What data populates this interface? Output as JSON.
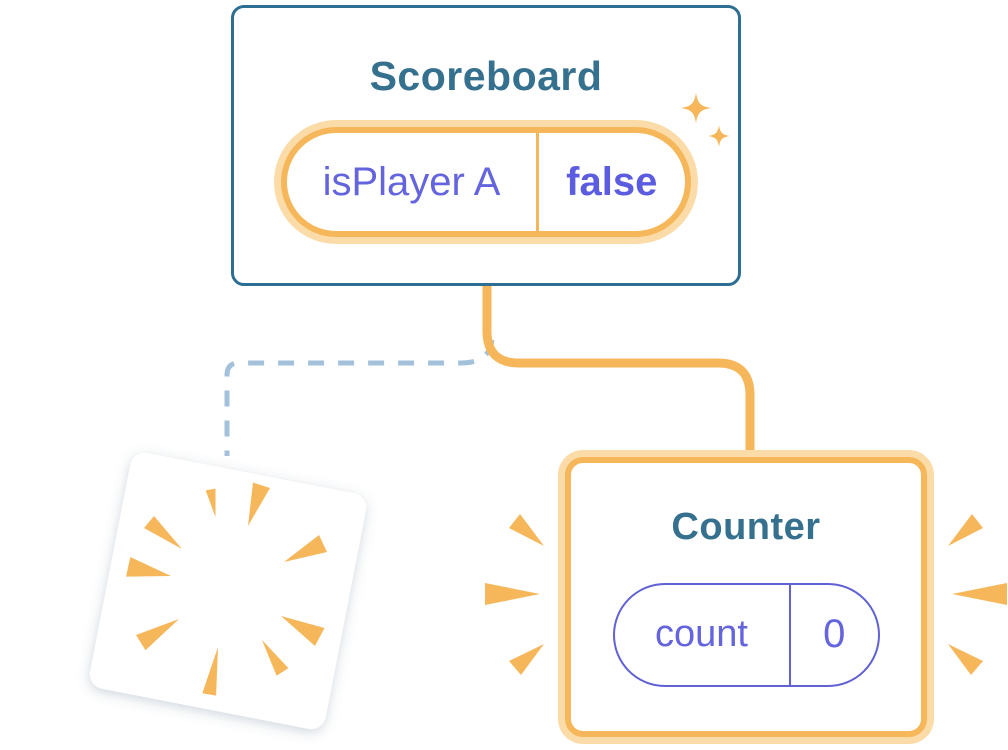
{
  "diagram": {
    "scoreboard": {
      "title": "Scoreboard",
      "state": {
        "key": "isPlayer A",
        "value": "false"
      }
    },
    "counter": {
      "title": "Counter",
      "state": {
        "key": "count",
        "value": "0"
      }
    }
  },
  "colors": {
    "node_border_blue": "#2D6E93",
    "title_blue": "#35708E",
    "highlight_orange": "#F6B75B",
    "highlight_orange_light": "#FBDCA9",
    "state_purple_text": "#6464DF",
    "state_purple_border": "#6161D6",
    "dashed_connector_blue": "#A3C1DA",
    "background": "#ffffff"
  }
}
